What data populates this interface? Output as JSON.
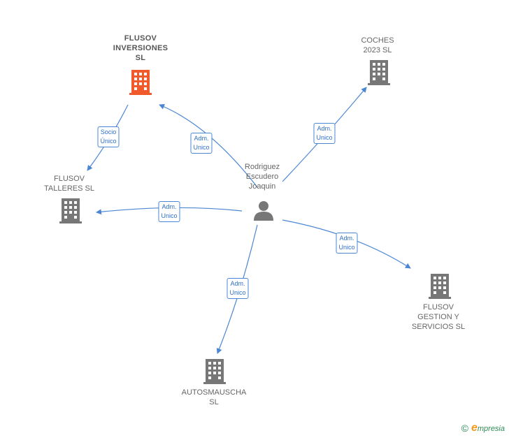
{
  "colors": {
    "edge": "#4a86d4",
    "main_node": "#f15a2b",
    "node": "#777777"
  },
  "nodes": {
    "flusov_inversiones": {
      "label": "FLUSOV\nINVERSIONES\nSL",
      "icon": "building-icon"
    },
    "coches_2023": {
      "label": "COCHES\n2023  SL",
      "icon": "building-icon"
    },
    "flusov_talleres": {
      "label": "FLUSOV\nTALLERES  SL",
      "icon": "building-icon"
    },
    "person": {
      "label": "Rodriguez\nEscudero\nJoaquin",
      "icon": "person-icon"
    },
    "flusov_gestion": {
      "label": "FLUSOV\nGESTION Y\nSERVICIOS  SL",
      "icon": "building-icon"
    },
    "autosmauscha": {
      "label": "AUTOSMAUSCHA\nSL",
      "icon": "building-icon"
    }
  },
  "edges": {
    "socio": "Socio\nÚnico",
    "adm1": "Adm.\nUnico",
    "adm2": "Adm.\nUnico",
    "adm3": "Adm.\nUnico",
    "adm4": "Adm.\nUnico",
    "adm5": "Adm.\nUnico"
  },
  "brand": {
    "copyright": "©",
    "name_first": "e",
    "name_rest": "mpresia"
  }
}
